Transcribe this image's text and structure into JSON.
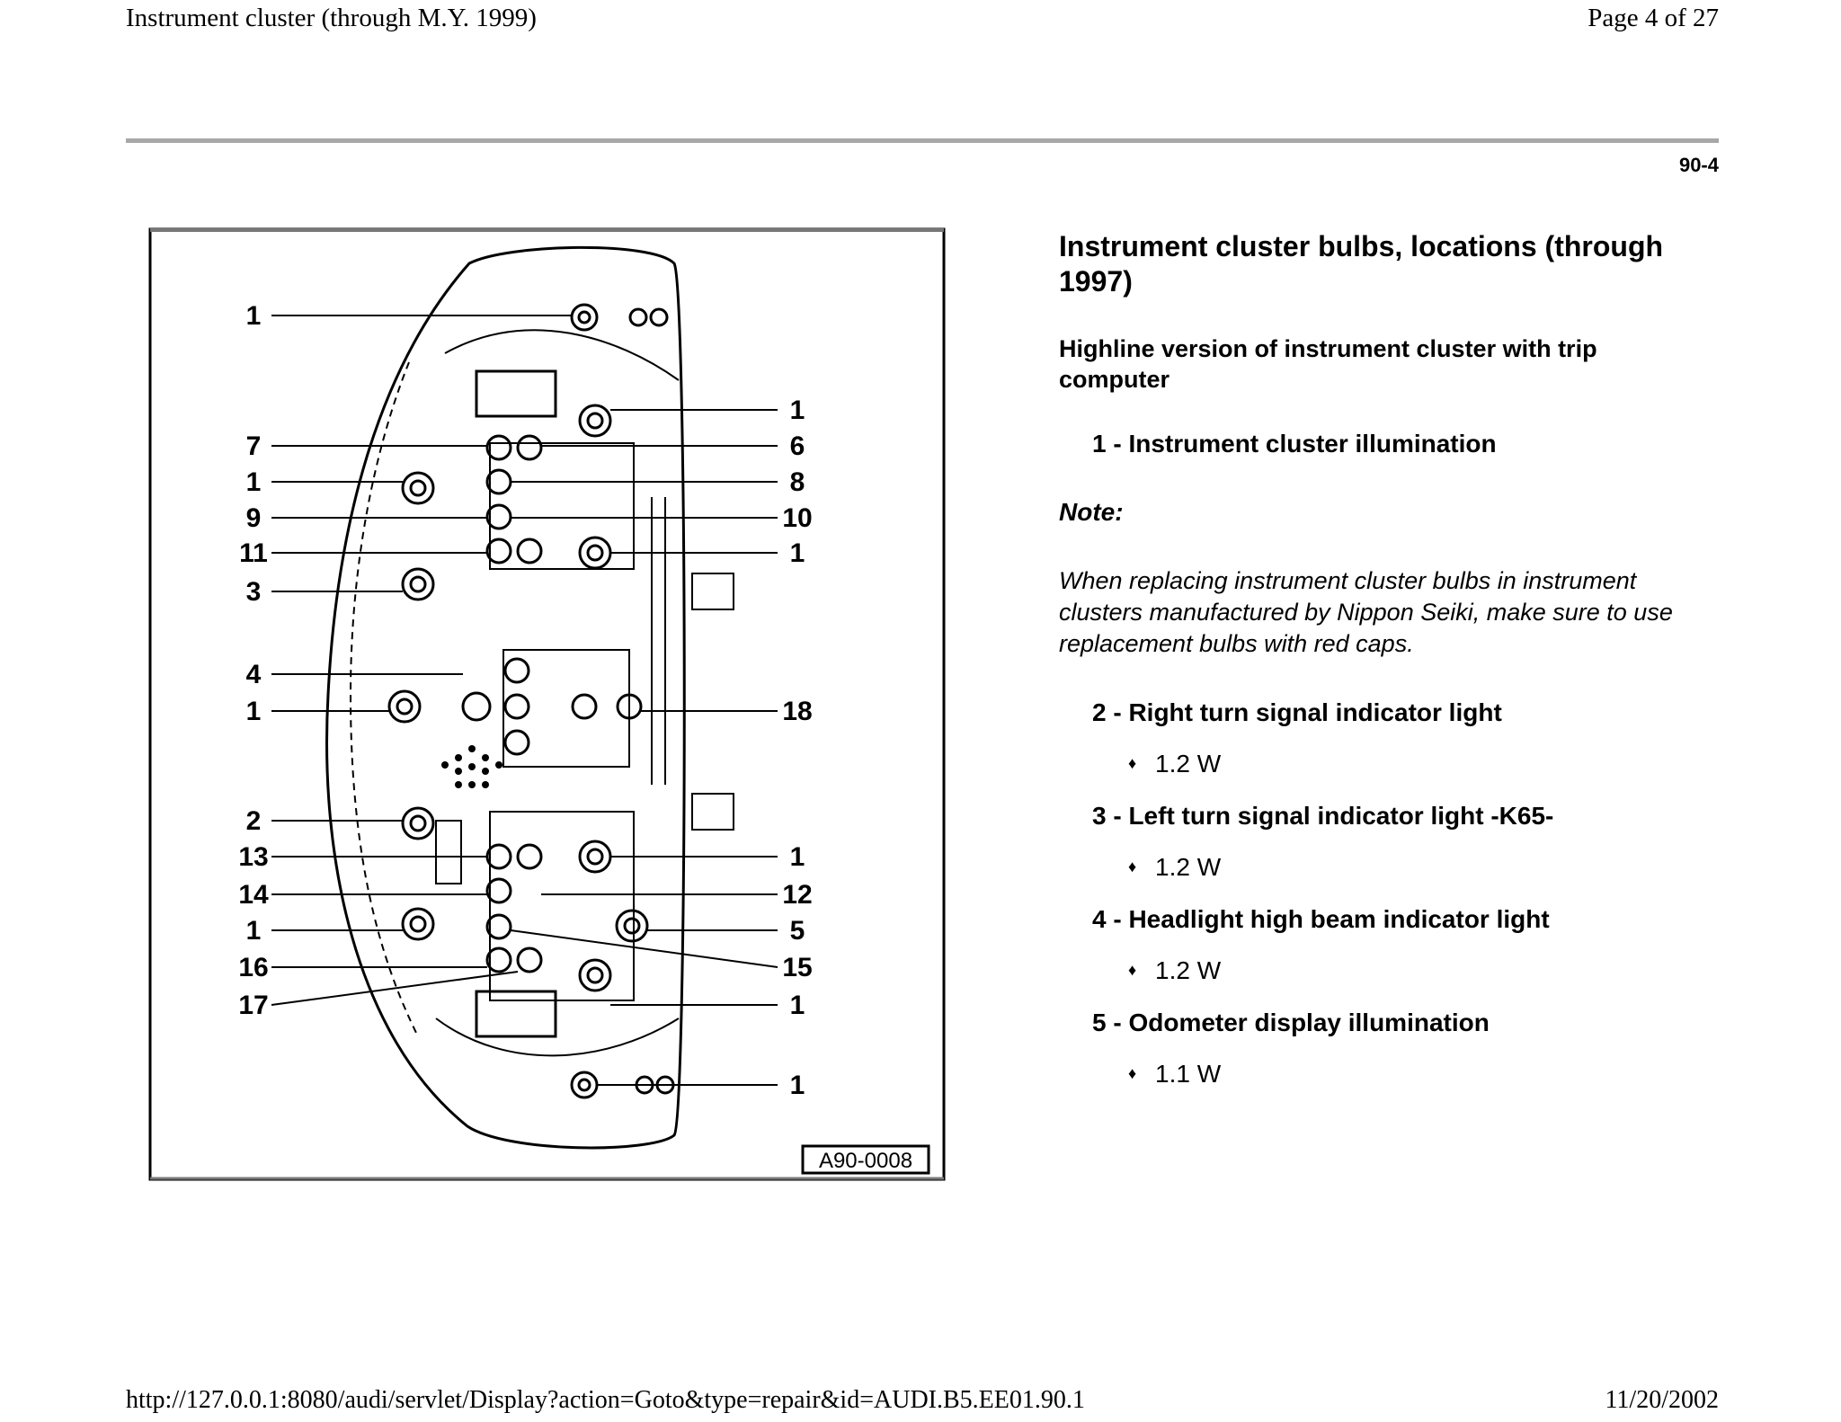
{
  "header": {
    "title": "Instrument cluster (through M.Y. 1999)",
    "page": "Page 4 of 27"
  },
  "page_code": "90-4",
  "figure": {
    "id": "A90-0008",
    "callouts_left": [
      "1",
      "7",
      "1",
      "9",
      "11",
      "3",
      "4",
      "1",
      "2",
      "13",
      "14",
      "1",
      "16",
      "17"
    ],
    "callouts_right": [
      "1",
      "6",
      "8",
      "10",
      "1",
      "18",
      "1",
      "12",
      "5",
      "15",
      "1",
      "1"
    ]
  },
  "content": {
    "title": "Instrument cluster bulbs, locations (through 1997)",
    "subtitle": "Highline version of instrument cluster with trip computer",
    "item1": "1 - Instrument cluster illumination",
    "note_label": "Note:",
    "note_text": "When replacing instrument cluster bulbs in instrument clusters manufactured by Nippon Seiki, make sure to use replacement bulbs with red caps.",
    "items": [
      {
        "label": "2 - Right turn signal indicator light",
        "spec": "1.2 W"
      },
      {
        "label": "3 - Left turn signal indicator light -K65-",
        "spec": "1.2 W"
      },
      {
        "label": "4 - Headlight high beam indicator light",
        "spec": "1.2 W"
      },
      {
        "label": "5 - Odometer display illumination",
        "spec": "1.1 W"
      }
    ]
  },
  "footer": {
    "url": "http://127.0.0.1:8080/audi/servlet/Display?action=Goto&type=repair&id=AUDI.B5.EE01.90.1",
    "date": "11/20/2002"
  }
}
